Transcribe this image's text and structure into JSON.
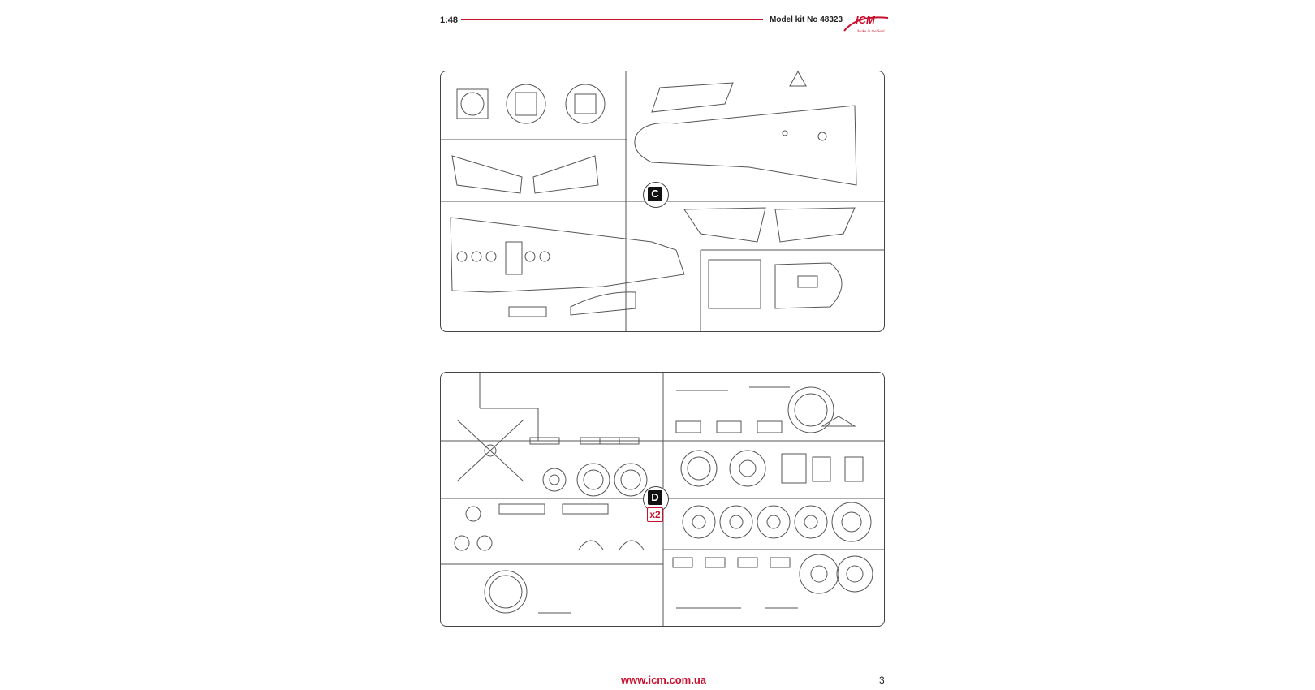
{
  "header": {
    "scale": "1:48",
    "kit_number": "Model kit No 48323",
    "logo_text": "ICM",
    "logo_tagline": "Make in the Seal"
  },
  "sprues": [
    {
      "letter": "C",
      "multiplier": ""
    },
    {
      "letter": "D",
      "multiplier": "x2"
    }
  ],
  "footer": {
    "url": "www.icm.com.ua",
    "page_number": "3"
  },
  "colors": {
    "accent": "#c8102e",
    "line": "#444444"
  }
}
